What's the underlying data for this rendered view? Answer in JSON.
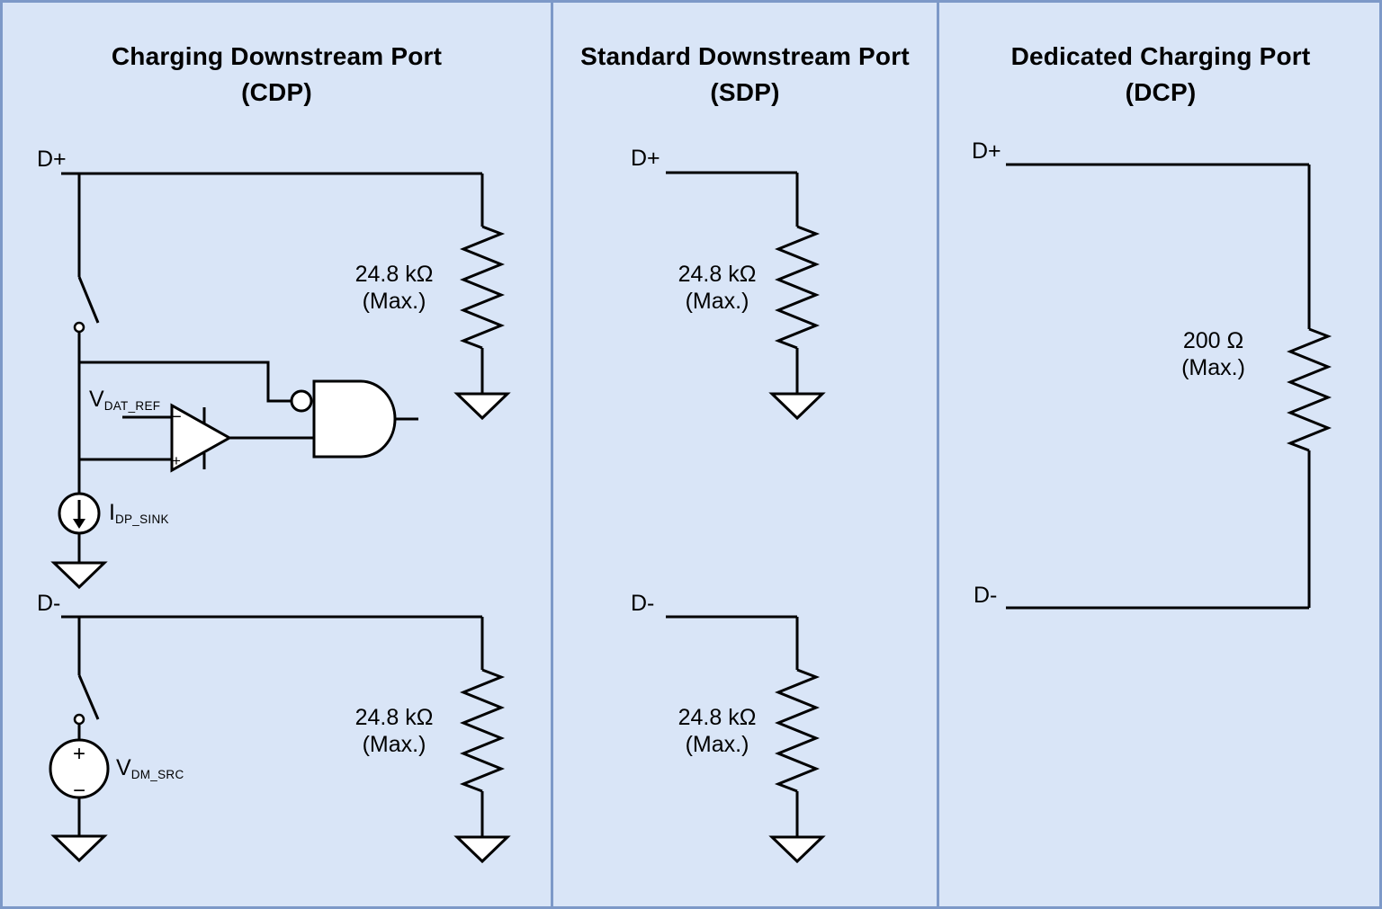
{
  "diagram": {
    "background_color": "#d9e5f7",
    "border_color": "#7d99c8",
    "line_color": "#000000"
  },
  "panels": [
    {
      "title_line1": "Charging Downstream Port",
      "title_line2": "(CDP)",
      "dplus_label": "D+",
      "dminus_label": "D-",
      "resistor_dplus": {
        "value": "24.8 kΩ",
        "qualifier": "(Max.)"
      },
      "resistor_dminus": {
        "value": "24.8 kΩ",
        "qualifier": "(Max.)"
      },
      "vdat_ref": {
        "base": "V",
        "sub": "DAT_REF"
      },
      "idp_sink": {
        "base": "I",
        "sub": "DP_SINK"
      },
      "vdm_src": {
        "base": "V",
        "sub": "DM_SRC"
      },
      "comparator_markers": {
        "minus": "−",
        "plus": "+"
      },
      "source_markers": {
        "plus": "+",
        "minus": "−"
      }
    },
    {
      "title_line1": "Standard Downstream Port",
      "title_line2": "(SDP)",
      "dplus_label": "D+",
      "dminus_label": "D-",
      "resistor_dplus": {
        "value": "24.8 kΩ",
        "qualifier": "(Max.)"
      },
      "resistor_dminus": {
        "value": "24.8 kΩ",
        "qualifier": "(Max.)"
      }
    },
    {
      "title_line1": "Dedicated Charging Port",
      "title_line2": "(DCP)",
      "dplus_label": "D+",
      "dminus_label": "D-",
      "resistor": {
        "value": "200 Ω",
        "qualifier": "(Max.)"
      }
    }
  ]
}
